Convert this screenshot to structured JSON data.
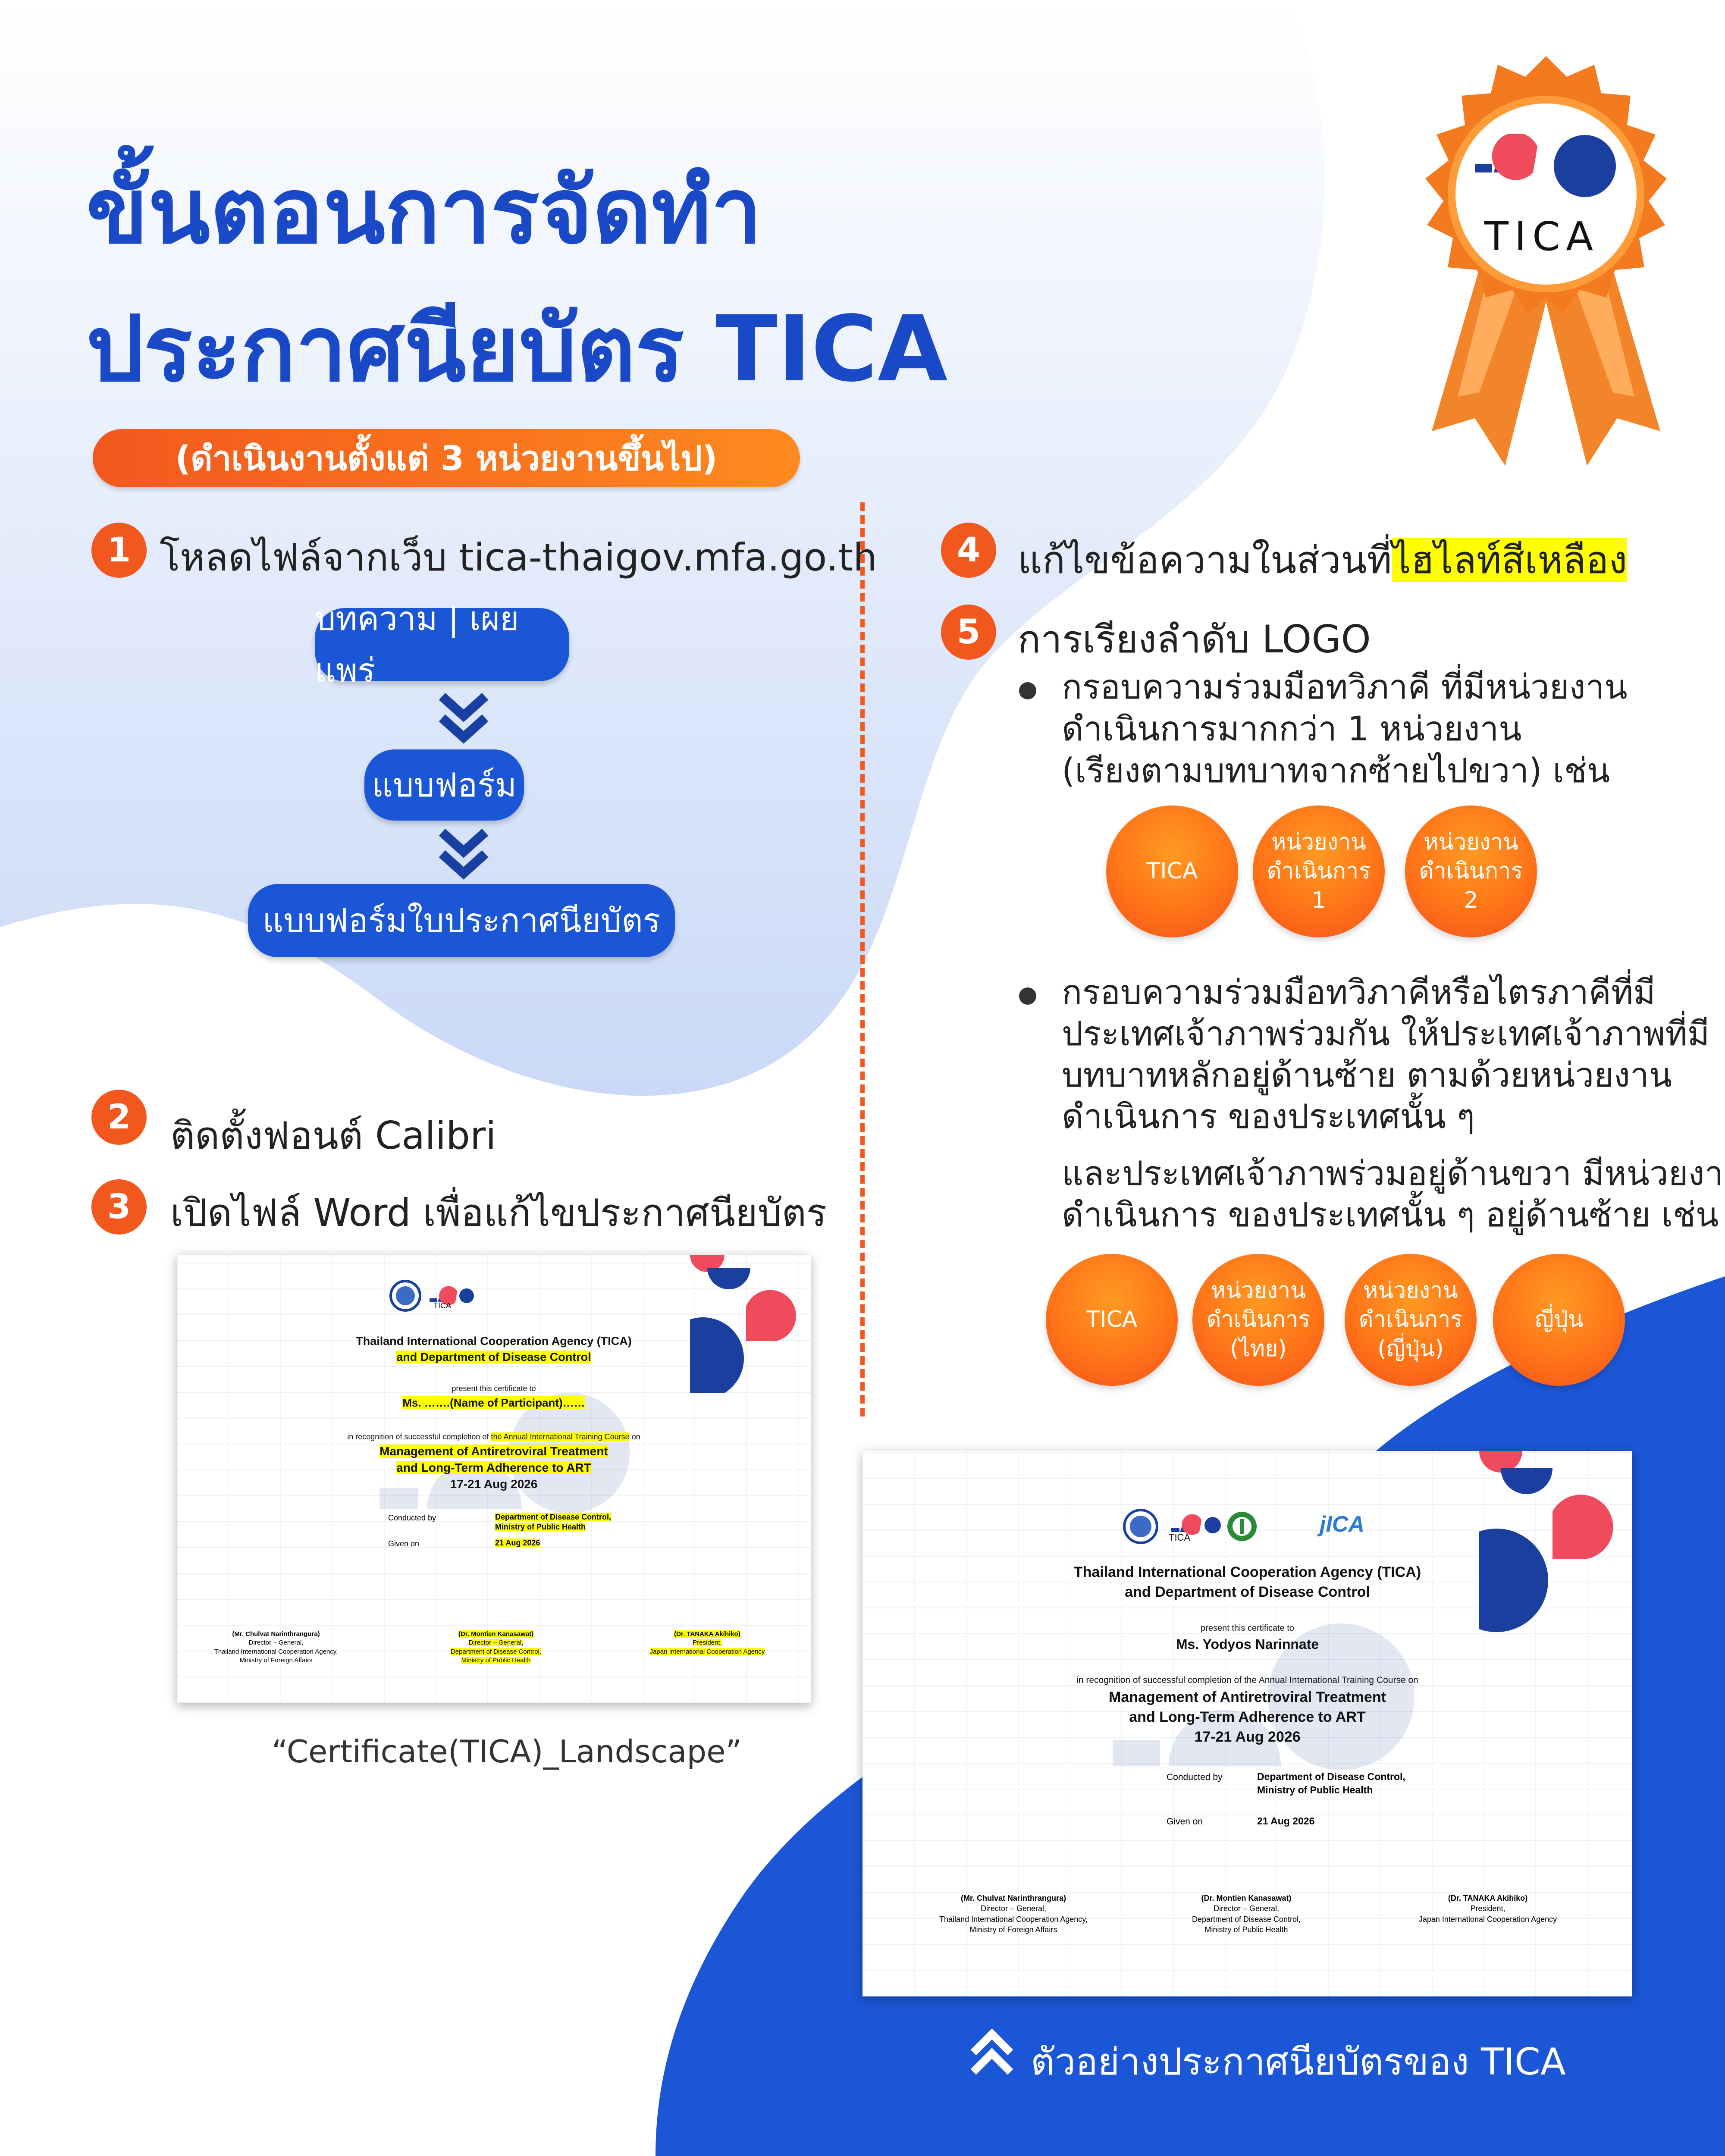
{
  "header": {
    "title_line1": "ขั้นตอนการจัดทำ",
    "title_line2": "ประกาศนียบัตร TICA",
    "subtitle": "(ดำเนินงานตั้งแต่ 3 หน่วยงานขึ้นไป)"
  },
  "badge": {
    "logo_text": "TICA"
  },
  "steps": [
    {
      "num": "1",
      "text": "โหลดไฟล์จากเว็บ tica-thaigov.mfa.go.th"
    },
    {
      "num": "2",
      "text": "ติดตั้งฟอนต์ Calibri"
    },
    {
      "num": "3",
      "text": "เปิดไฟล์ Word เพื่อแก้ไขประกาศนียบัตร"
    },
    {
      "num": "4",
      "text_before": "แก้ไขข้อความในส่วนที่",
      "text_highlight": "ไฮไลท์สีเหลือง"
    },
    {
      "num": "5",
      "text": "การเรียงลำดับ LOGO"
    }
  ],
  "flow": [
    "บทความ | เผยแพร่",
    "แบบฟอร์ม",
    "แบบฟอร์มใบประกาศนียบัตร"
  ],
  "logo_order": {
    "bullet1": [
      "กรอบความร่วมมือทวิภาคี  ที่มีหน่วยงาน",
      "ดำเนินการมากกว่า 1 หน่วยงาน",
      "(เรียงตามบทบาทจากซ้ายไปขวา) เช่น"
    ],
    "orbs1": [
      {
        "l1": "TICA",
        "l2": "",
        "l3": ""
      },
      {
        "l1": "หน่วยงาน",
        "l2": "ดำเนินการ",
        "l3": "1"
      },
      {
        "l1": "หน่วยงาน",
        "l2": "ดำเนินการ",
        "l3": "2"
      }
    ],
    "bullet2": [
      "กรอบความร่วมมือทวิภาคีหรือไตรภาคีที่มี",
      "ประเทศเจ้าภาพร่วมกัน ให้ประเทศเจ้าภาพที่มี",
      "บทบาทหลักอยู่ด้านซ้าย ตามด้วยหน่วยงาน",
      "ดำเนินการ ของประเทศนั้น ๆ"
    ],
    "bullet2b": [
      "และประเทศเจ้าภาพร่วมอยู่ด้านขวา มีหน่วยงาน",
      "ดำเนินการ ของประเทศนั้น ๆ อยู่ด้านซ้าย เช่น"
    ],
    "orbs2": [
      {
        "l1": "TICA",
        "l2": "",
        "l3": ""
      },
      {
        "l1": "หน่วยงาน",
        "l2": "ดำเนินการ",
        "l3": "(ไทย)"
      },
      {
        "l1": "หน่วยงาน",
        "l2": "ดำเนินการ",
        "l3": "(ญี่ปุ่น)"
      },
      {
        "l1": "ญี่ปุ่น",
        "l2": "",
        "l3": ""
      }
    ]
  },
  "cert_template": {
    "caption": "“Certificate(TICA)_Landscape”",
    "logo_text": "TICA",
    "org1": "Thailand International Cooperation Agency (TICA)",
    "org2": "and Department of Disease Control",
    "present": "present this certificate to",
    "name": "Ms. …….(Name of Participant)……",
    "recog_before": "in recognition of successful completion of",
    "recog_hl": "the Annual International Training Course",
    "recog_after": "on",
    "course1": "Management of Antiretroviral Treatment",
    "course2": "and Long-Term Adherence to ART",
    "date": "17-21 Aug 2026",
    "conducted_label": "Conducted by",
    "conducted_value1": "Department of Disease Control,",
    "conducted_value2": "Ministry of Public Health",
    "given_label": "Given on",
    "given_value": "21 Aug 2026",
    "sig1": [
      "(Mr. Chulvat Narinthrangura)",
      "Director – General,",
      "Thailand International Cooperation Agency,",
      "Ministry of Foreign Affairs"
    ],
    "sig2": [
      "(Dr. Montien Kanasawat)",
      "Director – General,",
      "Department of Disease Control,",
      "Ministry of Public Health"
    ],
    "sig3": [
      "(Dr. TANAKA Akihiko)",
      "President,",
      "Japan International Cooperation Agency"
    ]
  },
  "cert_example": {
    "caption": "ตัวอย่างประกาศนียบัตรของ TICA",
    "logo_text": "TICA",
    "jica_text": "jICA",
    "org1": "Thailand International Cooperation Agency (TICA)",
    "org2": "and Department of Disease Control",
    "present": "present this certificate to",
    "name": "Ms. Yodyos Narinnate",
    "recog": "in recognition of successful completion of the Annual International Training Course on",
    "course1": "Management of Antiretroviral Treatment",
    "course2": "and Long-Term Adherence to ART",
    "date": "17-21 Aug 2026",
    "conducted_label": "Conducted by",
    "conducted_value1": "Department of Disease Control,",
    "conducted_value2": "Ministry of Public Health",
    "given_label": "Given on",
    "given_value": "21 Aug 2026",
    "sig1": [
      "(Mr. Chulvat Narinthrangura)",
      "Director – General,",
      "Thailand International Cooperation Agency,",
      "Ministry of Foreign Affairs"
    ],
    "sig2": [
      "(Dr. Montien Kanasawat)",
      "Director – General,",
      "Department of Disease Control,",
      "Ministry of Public Health"
    ],
    "sig3": [
      "(Dr. TANAKA Akihiko)",
      "President,",
      "Japan International Cooperation Agency"
    ]
  },
  "colors": {
    "blue": "#1b56d6",
    "orange": "#f2581e",
    "highlight": "#ffff00",
    "light_blue": "#dce6fb"
  }
}
